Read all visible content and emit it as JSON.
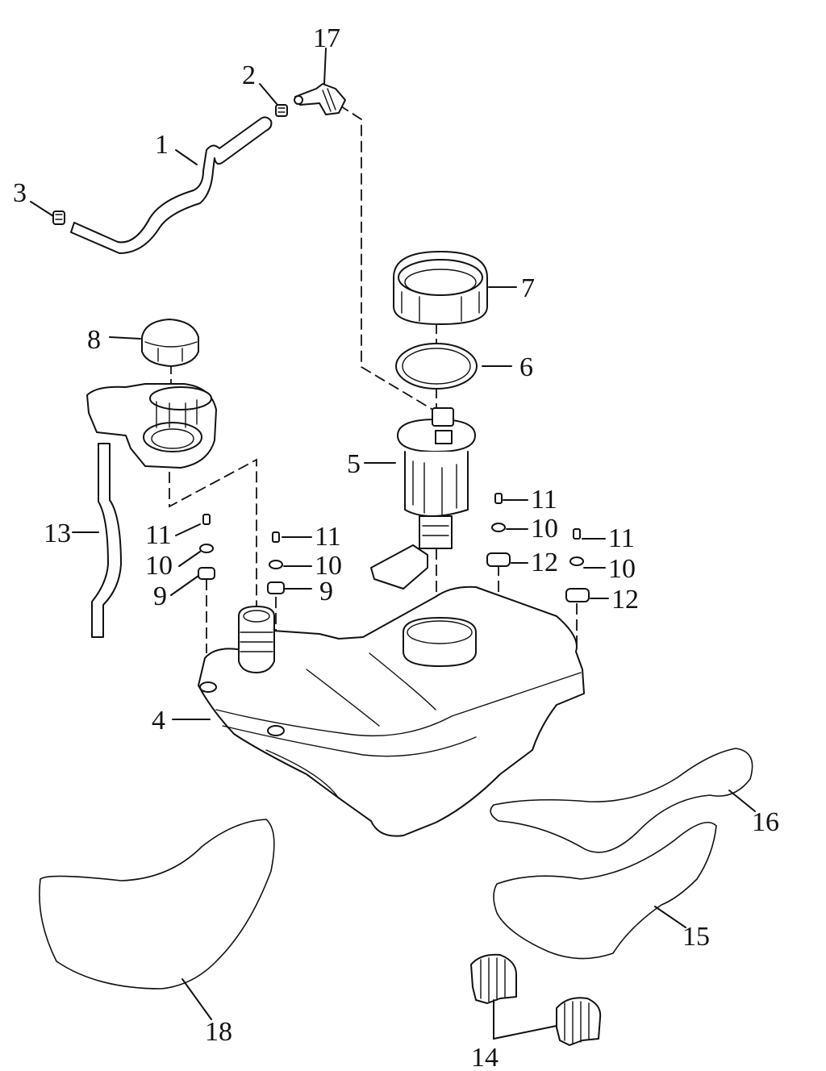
{
  "labels": {
    "l1": "1",
    "l2": "2",
    "l3": "3",
    "l4": "4",
    "l5": "5",
    "l6": "6",
    "l7": "7",
    "l8": "8",
    "l9a": "9",
    "l9b": "9",
    "l10a": "10",
    "l10b": "10",
    "l10c": "10",
    "l10d": "10",
    "l11a": "11",
    "l11b": "11",
    "l11c": "11",
    "l11d": "11",
    "l12a": "12",
    "l12b": "12",
    "l13": "13",
    "l14": "14",
    "l15": "15",
    "l16": "16",
    "l17": "17",
    "l18": "18"
  },
  "colors": {
    "line": "#111111",
    "background": "#ffffff"
  }
}
